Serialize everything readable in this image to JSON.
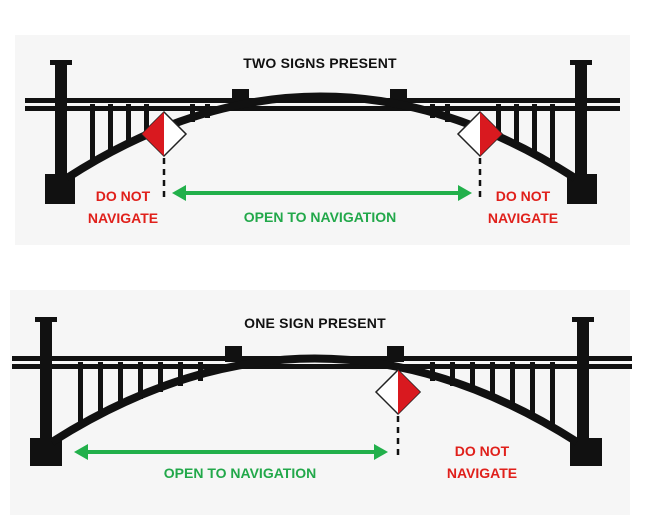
{
  "colors": {
    "bridge": "#111111",
    "sign_red": "#d9191f",
    "arrow_green": "#22b04b",
    "no_nav_text": "#e0201b",
    "open_text": "#22a84a",
    "panel_bg": "#f6f6f6"
  },
  "diagrams": [
    {
      "title": "TWO SIGNS PRESENT",
      "left_label": [
        "DO NOT",
        "NAVIGATE"
      ],
      "center_label": "OPEN TO NAVIGATION",
      "right_label": [
        "DO NOT",
        "NAVIGATE"
      ]
    },
    {
      "title": "ONE SIGN PRESENT",
      "center_label": "OPEN TO NAVIGATION",
      "right_label": [
        "DO NOT",
        "NAVIGATE"
      ]
    }
  ]
}
